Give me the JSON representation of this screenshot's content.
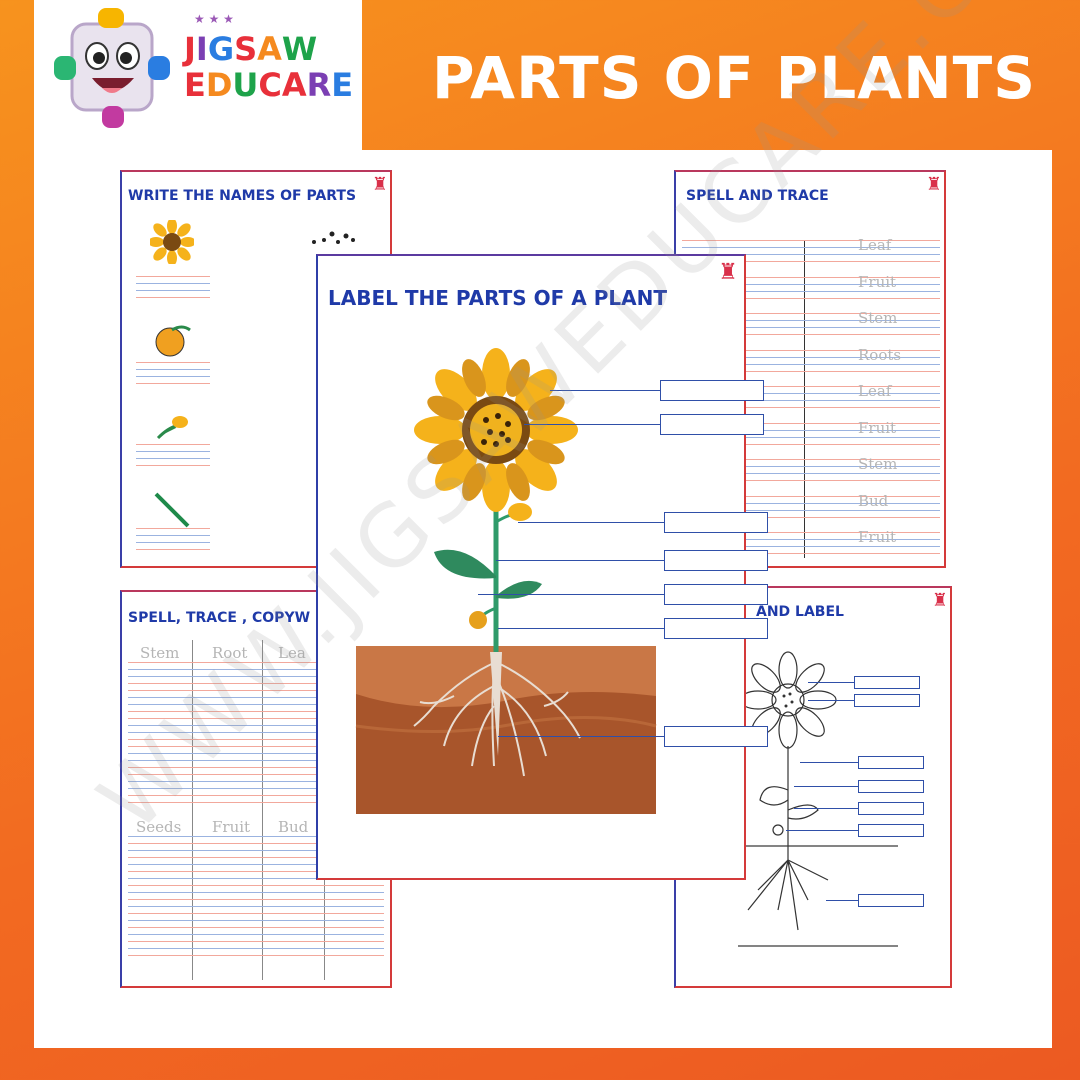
{
  "brand": {
    "line1": "JIGSAW",
    "line2": "EDUCARE",
    "colors": [
      "#e8303a",
      "#7b3fb3",
      "#2a7de1",
      "#e8303a",
      "#f58a1f",
      "#1ea34a",
      "#e8303a"
    ]
  },
  "banner": {
    "title": "PARTS OF PLANTS"
  },
  "sheets": {
    "names": {
      "title": "WRITE THE NAMES OF PARTS"
    },
    "spell_trace": {
      "title": "SPELL AND TRACE",
      "words": [
        "Leaf",
        "Fruit",
        "Stem",
        "Roots",
        "Leaf",
        "Fruit",
        "Stem",
        "Bud",
        "Fruit"
      ]
    },
    "label_main": {
      "title": "LABEL THE PARTS OF A PLANT"
    },
    "copywork": {
      "title": "SPELL, TRACE , COPYW",
      "top_words": [
        "Stem",
        "Root",
        "Lea"
      ],
      "bottom_words": [
        "Seeds",
        "Fruit",
        "Bud"
      ]
    },
    "color_label": {
      "title": "AND LABEL"
    }
  },
  "watermark": "WWW.JIGSAWEDUCARE.COM",
  "icons": [
    "jigsaw-mascot-icon",
    "sunflower-icon",
    "seeds-icon",
    "fruit-icon",
    "bud-icon",
    "stem-icon",
    "mascot-badge-icon"
  ]
}
